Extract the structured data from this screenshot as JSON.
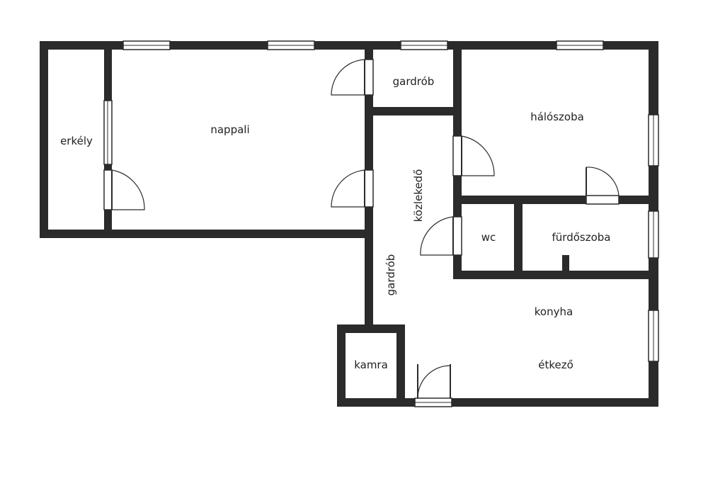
{
  "rooms": {
    "erkely": "erkély",
    "nappali": "nappali",
    "gardrob_top": "gardrób",
    "haloszoba": "hálószoba",
    "kozlekedo": "közlekedő",
    "wc": "wc",
    "furdoszoba": "fürdőszoba",
    "gardrob_side": "gardrób",
    "konyha": "konyha",
    "kamra": "kamra",
    "etkezo": "étkező"
  }
}
